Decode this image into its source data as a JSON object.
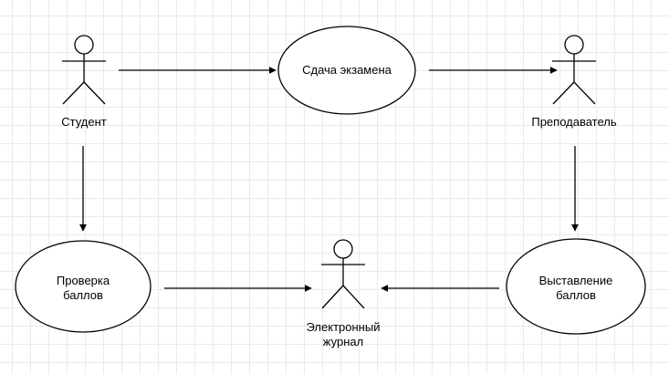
{
  "diagram": {
    "actors": {
      "student": "Студент",
      "teacher": "Преподаватель",
      "journal": "Электронный\nжурнал"
    },
    "use_cases": {
      "exam": "Сдача экзамена",
      "check": "Проверка\nбаллов",
      "grading": "Выставление\nбаллов"
    }
  }
}
